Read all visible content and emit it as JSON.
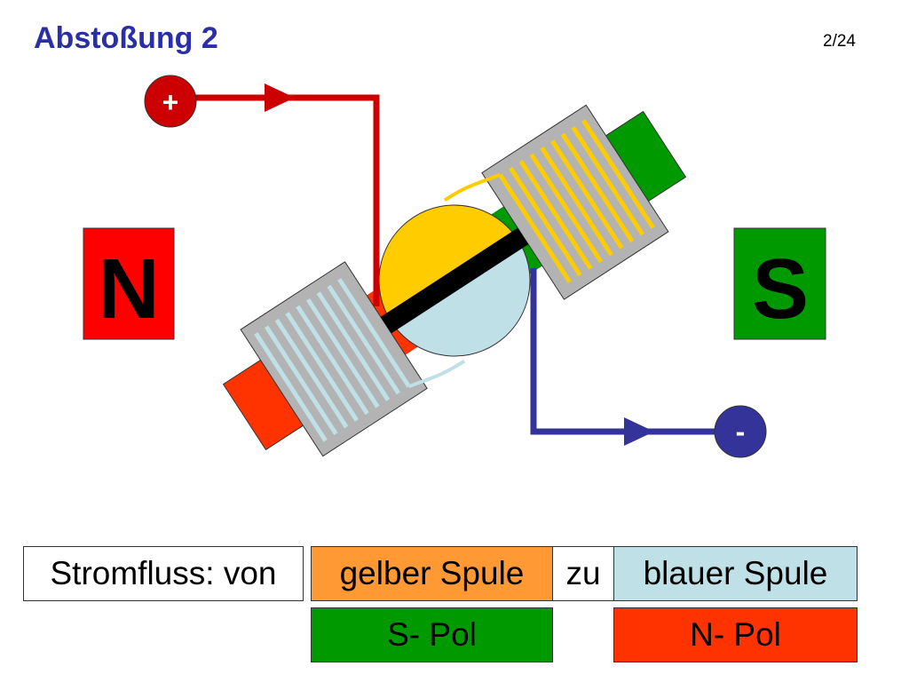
{
  "slide": {
    "title": "Abstoßung 2",
    "page": "2/24"
  },
  "diagram": {
    "terminal_plus": "+",
    "terminal_minus": "-",
    "magnet_left": "N",
    "magnet_right": "S",
    "colors": {
      "plus_wire": "#cc0000",
      "minus_wire": "#333399",
      "magnet_n": "#ff0000",
      "magnet_s": "#009900",
      "coil_yellow": "#ffcc00",
      "coil_blue": "#bfe0e6",
      "coil_body": "#b3b3b3",
      "pole_green": "#009900",
      "pole_red": "#ff3300"
    }
  },
  "legend": {
    "label": "Stromfluss: von",
    "from": "gelber Spule",
    "connector": "zu",
    "to": "blauer Spule",
    "from_pole": "S- Pol",
    "to_pole": "N- Pol",
    "colors": {
      "from_bg": "#ff9933",
      "to_bg": "#bfe0e6",
      "from_pole_bg": "#009900",
      "to_pole_bg": "#ff3300"
    }
  }
}
